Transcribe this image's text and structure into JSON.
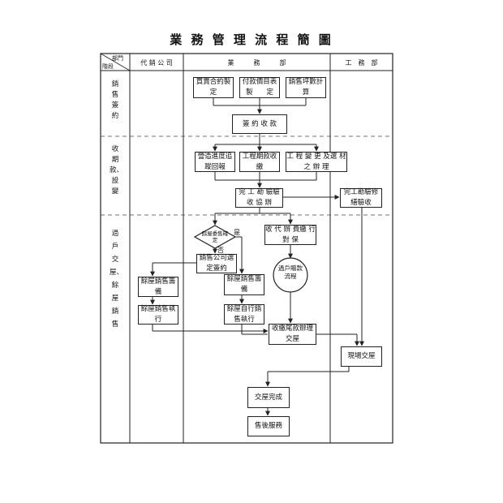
{
  "title": "業 務 管 理 流 程 簡 圖",
  "corner": {
    "top": "部門",
    "bottom": "階段"
  },
  "columns": {
    "agency": "代 銷 公 司",
    "business": "業　　　務　　　部",
    "engineering": "工　務　部"
  },
  "stages": [
    "銷售簽約",
    "收期款、設變",
    "過戶交屋、餘屋銷售"
  ],
  "nodes": {
    "n_pricing_contract": "買賣合約製　　定",
    "n_payment_table": "付款價目表製　　定",
    "n_sales_plan": "銷售坪數計　　算",
    "n_signing": "簽 約 收 款",
    "n_progress_report": "營造進度追蹤回報",
    "n_collect_installment": "工程期款收　　繳",
    "n_change_order": "工 程 變 更 及選 材 之 辦 理",
    "n_completion_check": "完 工 勘 驗驗 收 協 辦",
    "n_eng_completion": "完工勘驗修繕驗收",
    "n_decision": "餘屋委售確定",
    "n_agency_collect": "收 代 辦 費繳 行 對 保",
    "n_transfer": "過戶贈款流程",
    "n_sales_agency_contract": "銷售公司選定簽約",
    "n_agency_prep": "餘屋銷售籌　　備",
    "n_biz_prep": "餘屋銷售籌　　備",
    "n_agency_exec": "餘屋銷售執　　行",
    "n_biz_exec": "餘屋自行銷售執行",
    "n_final_payment": "收繳尾款辦理交屋",
    "n_onsite_handover": "現場交屋",
    "n_handover_done": "交屋完成",
    "n_after_service": "售後服務"
  },
  "decision_yes": "是",
  "decision_no": "否"
}
